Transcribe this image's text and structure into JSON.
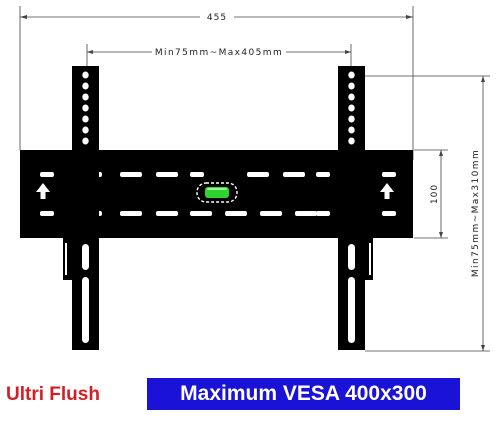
{
  "dimensions": {
    "overall_width": "455",
    "vesa_horizontal": "Min75mm~Max405mm",
    "plate_height": "100",
    "vesa_vertical": "Min75mm~Max310mm"
  },
  "caption": {
    "product_type": "Ultri Flush",
    "vesa_max": "Maximum VESA 400x300"
  },
  "colors": {
    "mount_fill": "#000000",
    "level_bubble": "#2ed52e",
    "caption_red": "#d21f26",
    "caption_blue": "#1a12d6"
  },
  "icons": {
    "up_arrow_left": "up-arrow",
    "up_arrow_right": "up-arrow",
    "bubble_level": "spirit-level"
  }
}
